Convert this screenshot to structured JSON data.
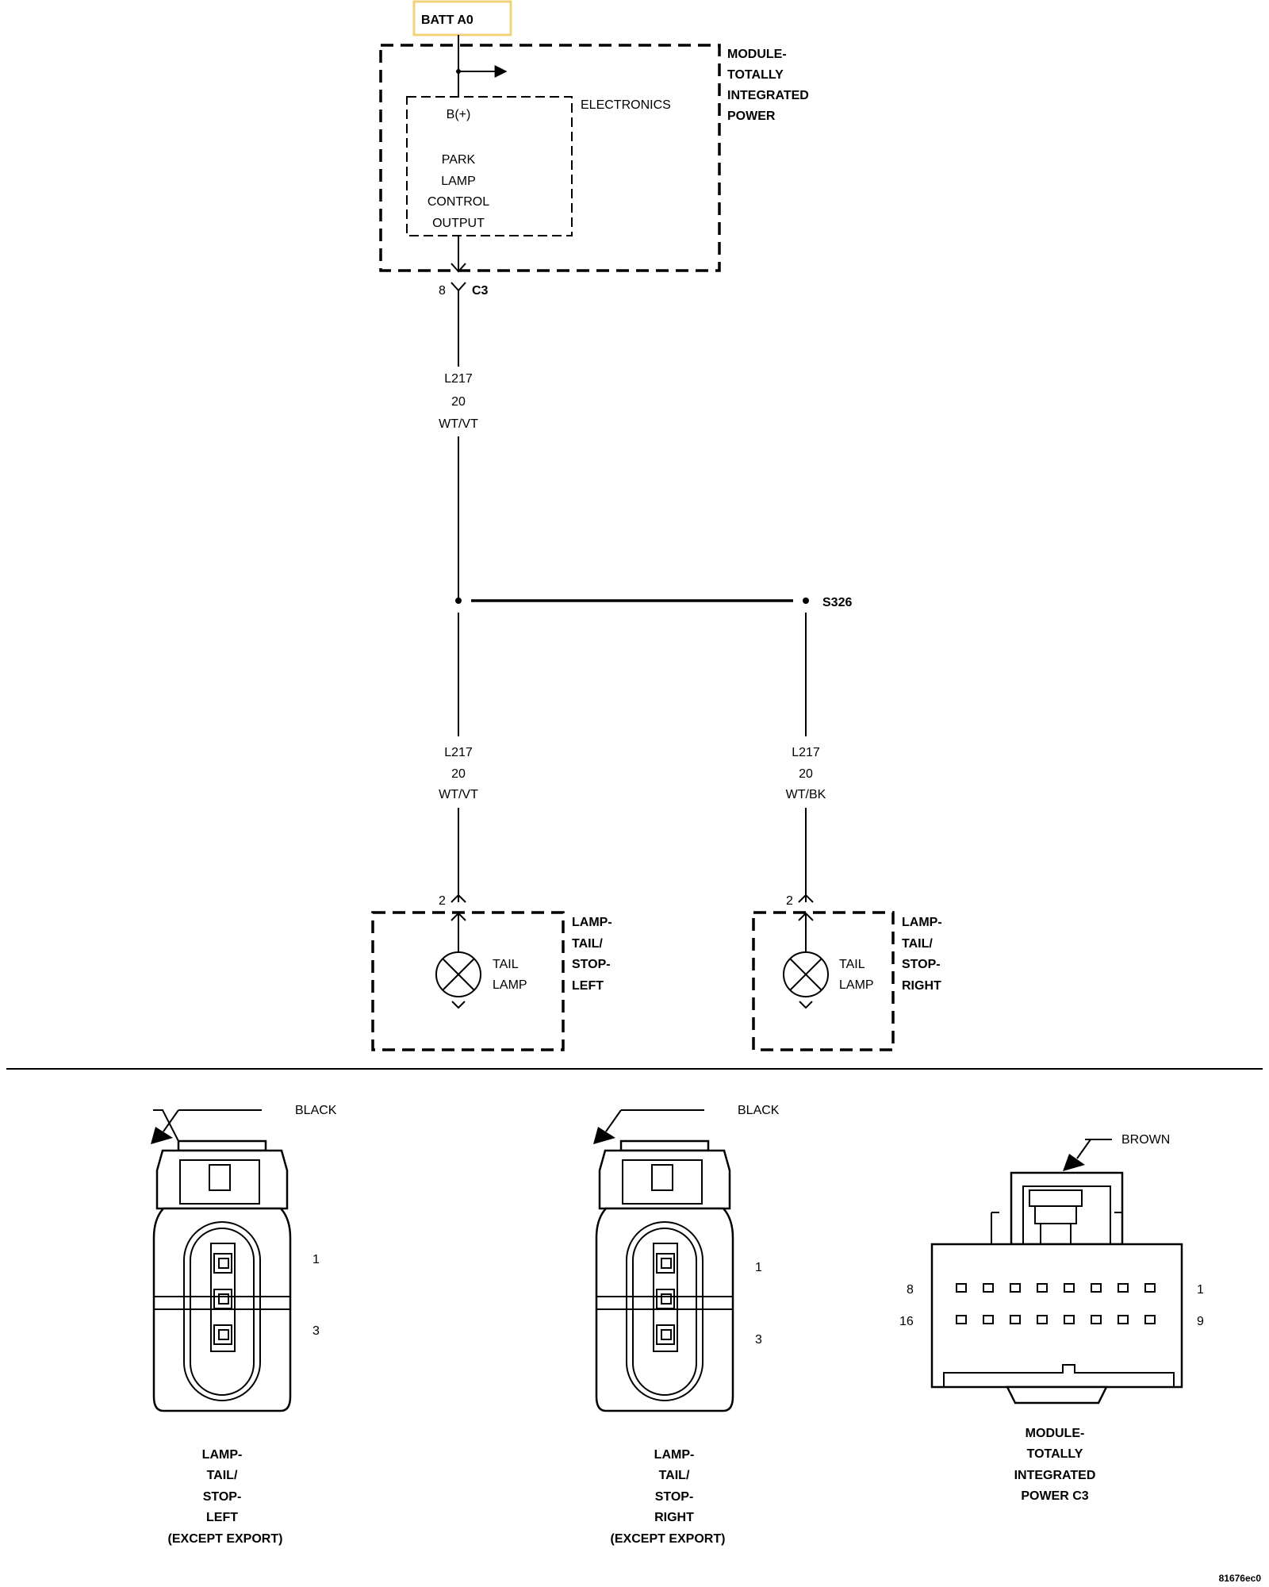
{
  "batt_label": "BATT A0",
  "module": {
    "title_lines": [
      "MODULE-",
      "TOTALLY",
      "INTEGRATED",
      "POWER"
    ],
    "electronics_label": "ELECTRONICS",
    "bplus_label": "B(+)",
    "output_lines": [
      "PARK",
      "LAMP",
      "CONTROL",
      "OUTPUT"
    ],
    "connector_pin": "8",
    "connector_id": "C3"
  },
  "wire_main": {
    "circuit": "L217",
    "gauge": "20",
    "color": "WT/VT"
  },
  "splice_label": "S326",
  "wire_left": {
    "circuit": "L217",
    "gauge": "20",
    "color": "WT/VT"
  },
  "wire_right": {
    "circuit": "L217",
    "gauge": "20",
    "color": "WT/BK"
  },
  "lamp_left": {
    "pin": "2",
    "inner_lines": [
      "TAIL",
      "LAMP"
    ],
    "title_lines": [
      "LAMP-",
      "TAIL/",
      "STOP-",
      "LEFT"
    ]
  },
  "lamp_right": {
    "pin": "2",
    "inner_lines": [
      "TAIL",
      "LAMP"
    ],
    "title_lines": [
      "LAMP-",
      "TAIL/",
      "STOP-",
      "RIGHT"
    ]
  },
  "conn_left": {
    "color_label": "BLACK",
    "pin_top": "1",
    "pin_bottom": "3",
    "caption_lines": [
      "LAMP-",
      "TAIL/",
      "STOP-",
      "LEFT",
      "(EXCEPT EXPORT)"
    ]
  },
  "conn_right": {
    "color_label": "BLACK",
    "pin_top": "1",
    "pin_bottom": "3",
    "caption_lines": [
      "LAMP-",
      "TAIL/",
      "STOP-",
      "RIGHT",
      "(EXCEPT EXPORT)"
    ]
  },
  "conn_module": {
    "color_label": "BROWN",
    "pin_tl": "8",
    "pin_tr": "1",
    "pin_bl": "16",
    "pin_br": "9",
    "caption_lines": [
      "MODULE-",
      "TOTALLY",
      "INTEGRATED",
      "POWER C3"
    ]
  },
  "figure_id": "81676ec0"
}
